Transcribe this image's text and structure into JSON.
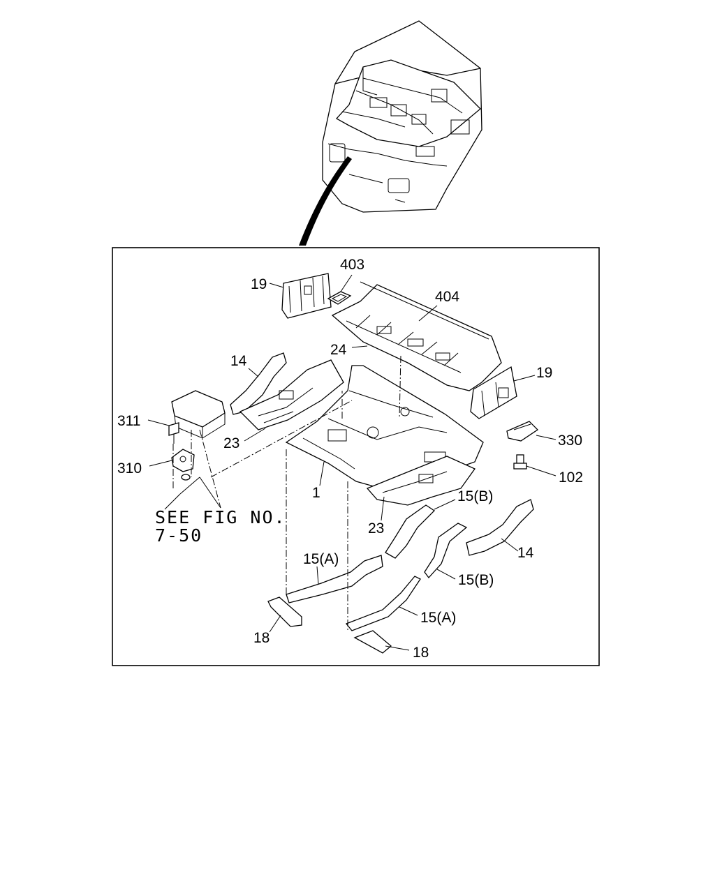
{
  "diagram": {
    "callouts": {
      "c403": "403",
      "c19_left": "19",
      "c404": "404",
      "c24": "24",
      "c14_left": "14",
      "c19_right": "19",
      "c311": "311",
      "c23_left": "23",
      "c330": "330",
      "c310": "310",
      "c102": "102",
      "c1": "1",
      "c15b_top": "15(B)",
      "c23_right": "23",
      "c14_right": "14",
      "c15a_left": "15(A)",
      "c15b_right": "15(B)",
      "c15a_right": "15(A)",
      "c18_left": "18",
      "c18_right": "18"
    },
    "reference": {
      "line1": "SEE FIG NO.",
      "line2": "7-50"
    }
  }
}
